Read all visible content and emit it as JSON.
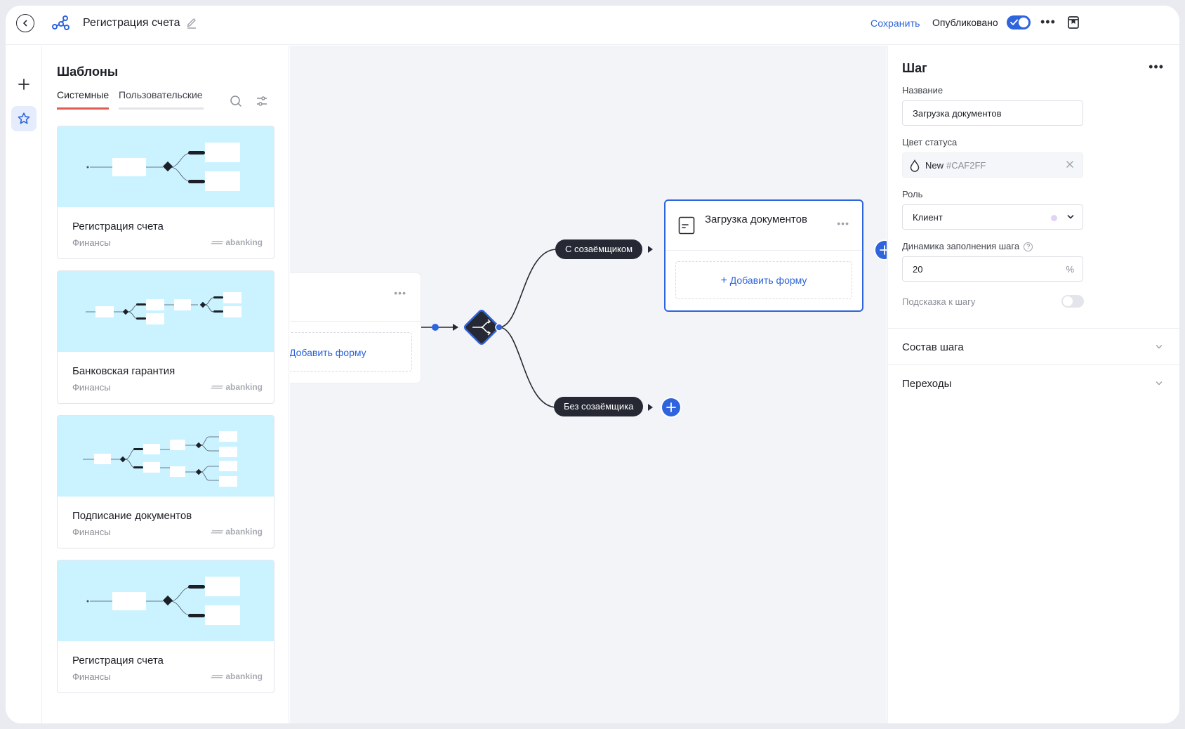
{
  "topbar": {
    "title": "Регистрация счета",
    "save_label": "Сохранить",
    "published_label": "Опубликовано",
    "published": true,
    "icons": [
      "back-icon",
      "flow-icon",
      "edit-icon",
      "more-icon",
      "bookmark-icon"
    ]
  },
  "rail": {
    "icons": [
      "plus-icon",
      "star-icon"
    ],
    "active": "star-icon"
  },
  "templates": {
    "heading": "Шаблоны",
    "tabs": [
      {
        "label": "Системные",
        "active": true
      },
      {
        "label": "Пользовательские",
        "active": false
      }
    ],
    "cards": [
      {
        "title": "Регистрация счета",
        "category": "Финансы",
        "brand": "abanking"
      },
      {
        "title": "Банковская гарантия",
        "category": "Финансы",
        "brand": "abanking"
      },
      {
        "title": "Подписание документов",
        "category": "Финансы",
        "brand": "abanking"
      },
      {
        "title": "Регистрация счета",
        "category": "Финансы",
        "brand": "abanking"
      }
    ]
  },
  "canvas": {
    "prev_step": {
      "add_form_label": "Добавить форму"
    },
    "branches": [
      {
        "label": "С созаёмщиком"
      },
      {
        "label": "Без созаёмщика"
      }
    ],
    "selected_step": {
      "title": "Загрузка документов",
      "add_form_label": "Добавить форму"
    }
  },
  "properties": {
    "title": "Шаг",
    "name_label": "Название",
    "name_value": "Загрузка документов",
    "status_label": "Цвет статуса",
    "status_name": "New",
    "status_hex": "#CAF2FF",
    "role_label": "Роль",
    "role_value": "Клиент",
    "dynamics_label": "Динамика заполнения шага",
    "dynamics_value": "20",
    "dynamics_unit": "%",
    "hint_label": "Подсказка к шагу",
    "hint_enabled": false,
    "sections": [
      {
        "label": "Состав шага"
      },
      {
        "label": "Переходы"
      }
    ]
  },
  "colors": {
    "accent": "#2E64DE",
    "tab_indicator": "#E25B52",
    "template_preview_bg": "#CAF2FF",
    "pill_bg": "#262833"
  }
}
